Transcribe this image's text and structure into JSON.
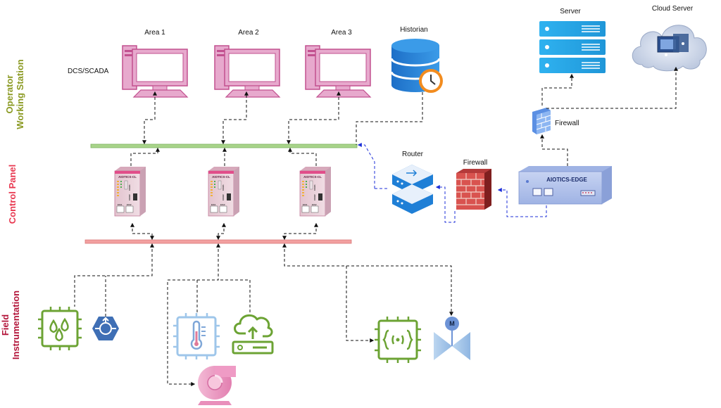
{
  "sections": {
    "operator": "Operator\nWorking Station",
    "control": "Control Panel",
    "field": "Field\nInstrumentation"
  },
  "labels": {
    "dcs": "DCS/SCADA",
    "area1": "Area 1",
    "area2": "Area 2",
    "area3": "Area 3",
    "historian": "Historian",
    "server": "Server",
    "cloud": "Cloud Server",
    "router": "Router",
    "firewall_mid": "Firewall",
    "firewall_top": "Firewall",
    "edge": "AIOTICS-EDGE"
  },
  "controller": {
    "name": "AIOTICS-CL",
    "com1": "COM1",
    "com2": "COM2",
    "eth1": "Eth1",
    "eth2": "Eth2"
  },
  "valve_letter": "M",
  "colors": {
    "operator": "#8b9a23",
    "control": "#e8374f",
    "field": "#b3153a",
    "computer": "#c2508f",
    "network_green": "#a8d48a",
    "network_red": "#f2a0a0",
    "sensor_green": "#6ca334",
    "server_blue": "#25a6e8"
  }
}
